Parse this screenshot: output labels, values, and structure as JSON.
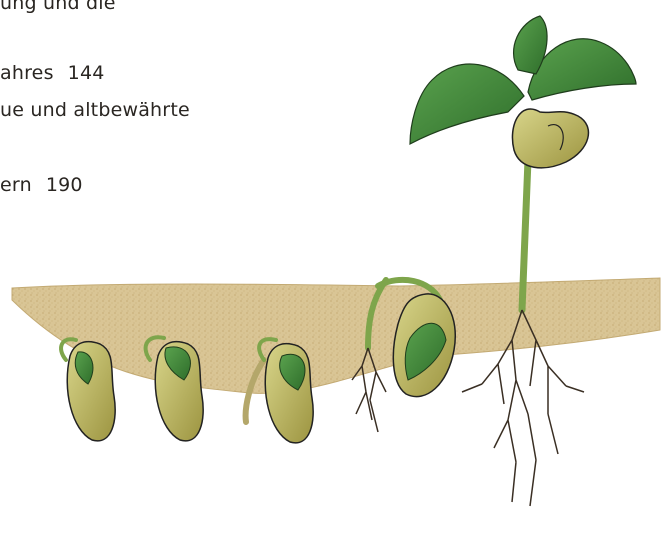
{
  "toc": {
    "lines": [
      {
        "text": "ung und die",
        "page": ""
      },
      {
        "text": "ahres",
        "page": "144"
      },
      {
        "text": "ue und altbewährte",
        "page": ""
      },
      {
        "text": "ern",
        "page": "190"
      }
    ]
  },
  "illustration": {
    "soil_color": "#d8c392",
    "seed_color": "#b8b45c",
    "leaf_color": "#3f8a3a",
    "stem_color": "#6f9a3c",
    "root_color": "#4a3b2a"
  }
}
